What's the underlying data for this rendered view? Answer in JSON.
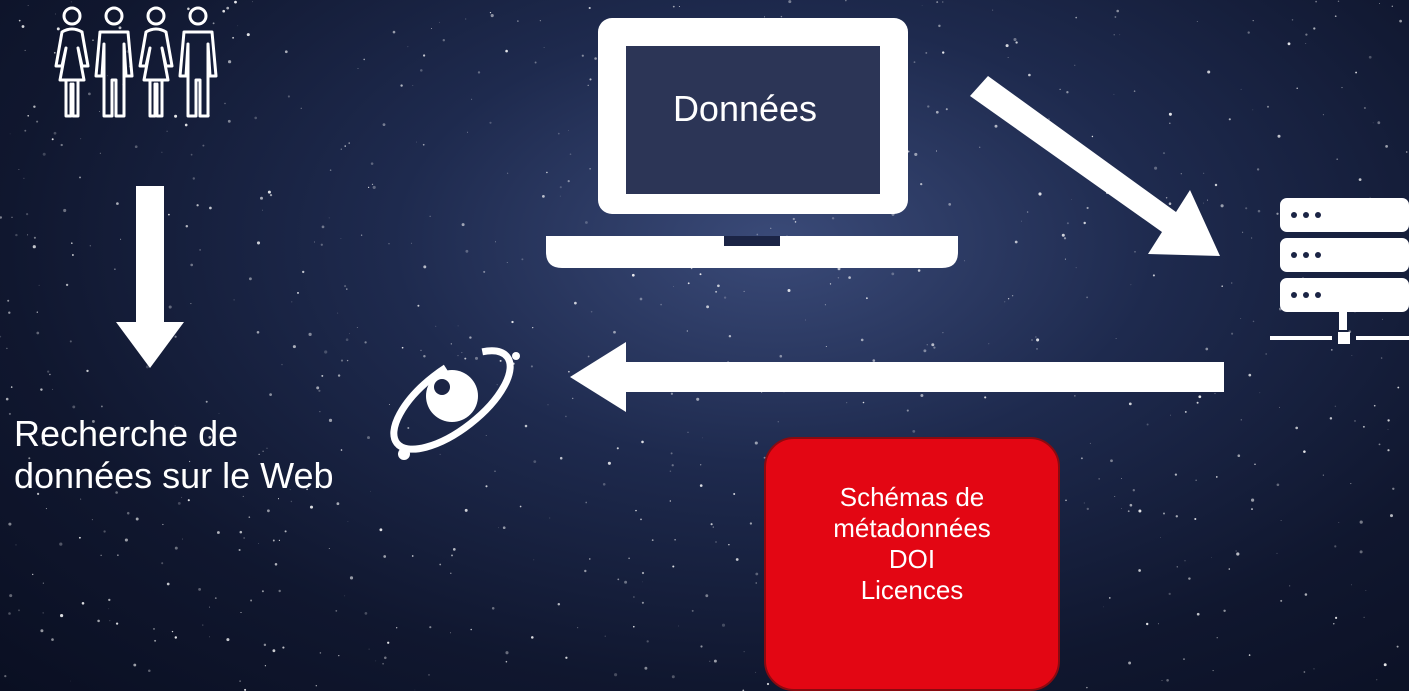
{
  "laptop": {
    "label": "Données",
    "icon": "laptop-icon"
  },
  "search": {
    "label": "Recherche de données sur le Web",
    "icon": "search-orbit-icon"
  },
  "people": {
    "icon": "people-group-icon"
  },
  "server": {
    "icon": "server-icon"
  },
  "info_box": {
    "lines": [
      "Schémas de",
      "métadonnées",
      "DOI",
      "Licences"
    ],
    "color": "#e30613"
  },
  "colors": {
    "foreground": "#ffffff",
    "background": "#141c38"
  }
}
